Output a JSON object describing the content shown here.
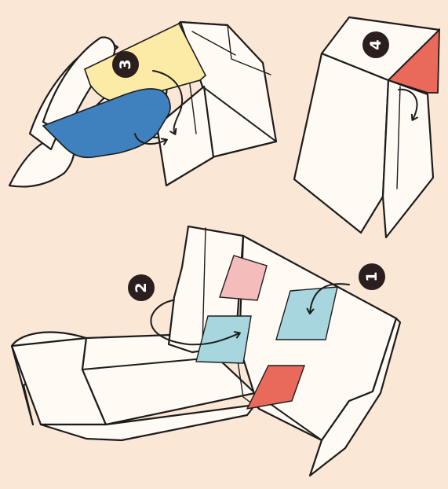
{
  "steps": [
    {
      "number": "1",
      "description": ""
    },
    {
      "number": "2",
      "description": ""
    },
    {
      "number": "3",
      "description": ""
    },
    {
      "number": "4",
      "description": ""
    }
  ],
  "colors": {
    "background": "#fbe7d5",
    "box": "#fffaf3",
    "outline": "#1c1c1c",
    "pink_card": "#f5bcbc",
    "light_blue_card": "#a7d6df",
    "red_card": "#e9695a",
    "blue_card": "#3f80bf",
    "yellow_card": "#fbeba6",
    "badge": "#2a1e1e"
  }
}
